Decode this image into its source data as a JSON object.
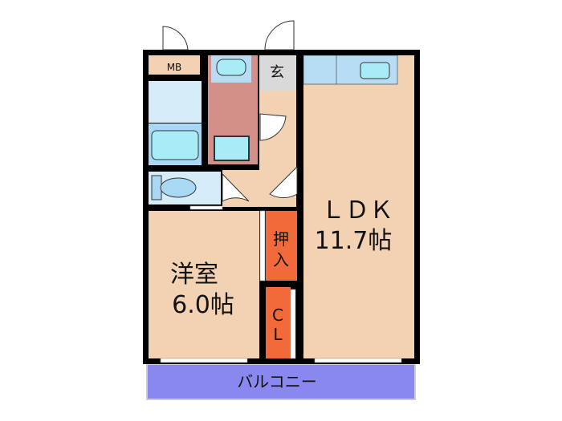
{
  "floorplan": {
    "rooms": {
      "mb": {
        "label": "MB"
      },
      "genkan": {
        "label": "玄"
      },
      "ldk": {
        "label": "ＬＤＫ",
        "size": "11.7帖"
      },
      "western_room": {
        "label": "洋室",
        "size": "6.0帖"
      },
      "oshiire": {
        "label_top": "押",
        "label_bottom": "入"
      },
      "closet": {
        "label_top": "C",
        "label_bottom": "L"
      },
      "balcony": {
        "label": "バルコニー"
      }
    },
    "colors": {
      "wall": "#000000",
      "floor": "#f2d2b2",
      "wet_area": "#d6ecf8",
      "fixture": "#a8ecf8",
      "washroom": "#d48f88",
      "genkan": "#d9d9d9",
      "storage": "#f26a3a",
      "balcony": "#8888f0",
      "kitchen": "#b8dcf4"
    }
  }
}
